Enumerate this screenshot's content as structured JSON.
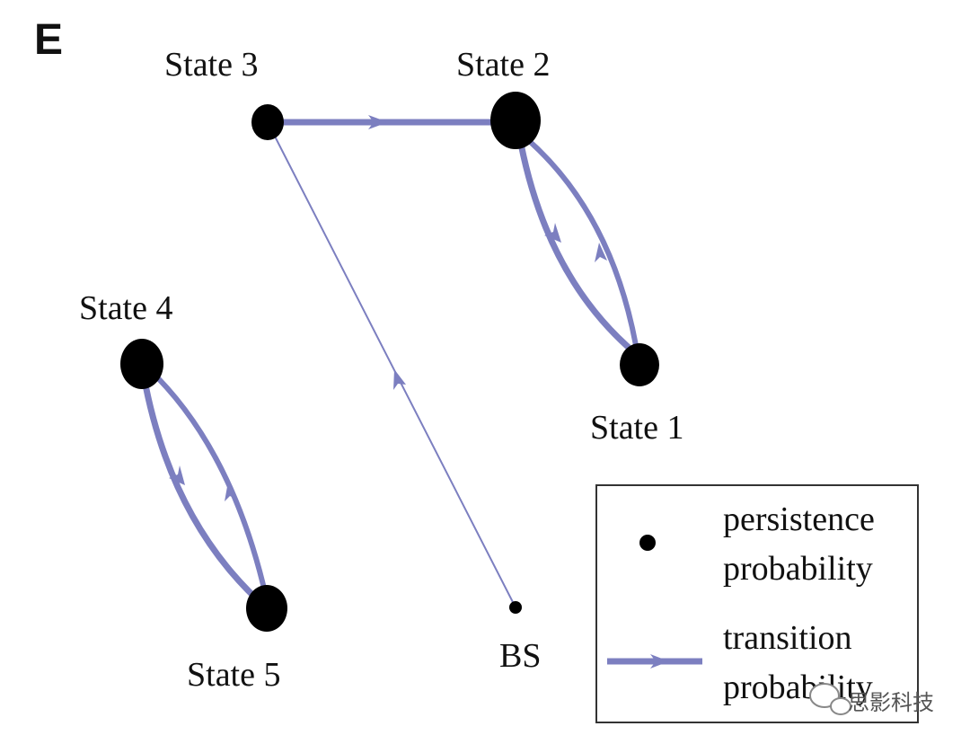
{
  "panel": {
    "letter": "E"
  },
  "nodes": {
    "state3": {
      "label": "State 3"
    },
    "state2": {
      "label": "State 2"
    },
    "state1": {
      "label": "State 1"
    },
    "state4": {
      "label": "State 4"
    },
    "state5": {
      "label": "State 5"
    },
    "bs": {
      "label": "BS"
    }
  },
  "legend": {
    "persistence_line1": "persistence",
    "persistence_line2": "probability",
    "transition_line1": "transition",
    "transition_line2": "probability"
  },
  "watermark": {
    "text": "思影科技"
  },
  "colors": {
    "edge": "#7c7fc0",
    "node": "#000000",
    "legend_border": "#333333"
  }
}
